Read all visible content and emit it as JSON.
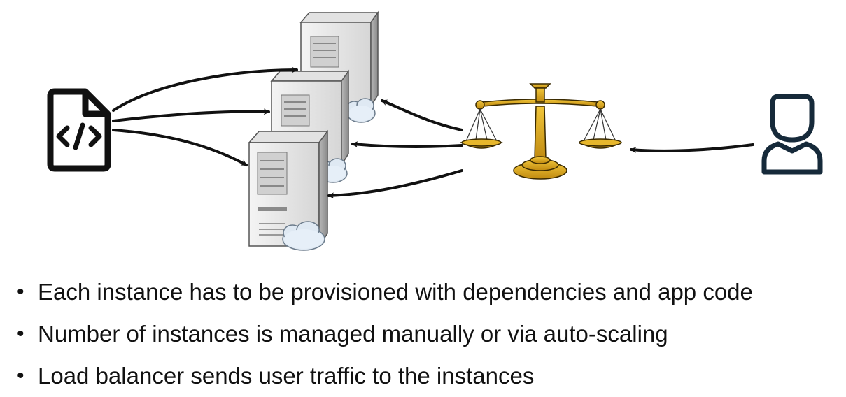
{
  "diagram": {
    "nodes": {
      "code_file": {
        "icon": "code-file-icon"
      },
      "servers": [
        {
          "icon": "server-icon"
        },
        {
          "icon": "server-icon"
        },
        {
          "icon": "server-icon"
        }
      ],
      "load_balancer": {
        "icon": "balance-scale-icon"
      },
      "user": {
        "icon": "user-icon"
      }
    },
    "colors": {
      "scale_gold": "#d9a520",
      "scale_dark": "#3a2a00",
      "server_light": "#eeeeee",
      "server_dark": "#9a9a9a",
      "cloud": "#dfe9f3",
      "arrow": "#111111"
    }
  },
  "bullets": [
    {
      "text": "Each instance has to be provisioned with dependencies and app code"
    },
    {
      "text": "Number of instances is managed manually or via auto-scaling"
    },
    {
      "text": "Load balancer sends user traffic to the instances"
    }
  ]
}
